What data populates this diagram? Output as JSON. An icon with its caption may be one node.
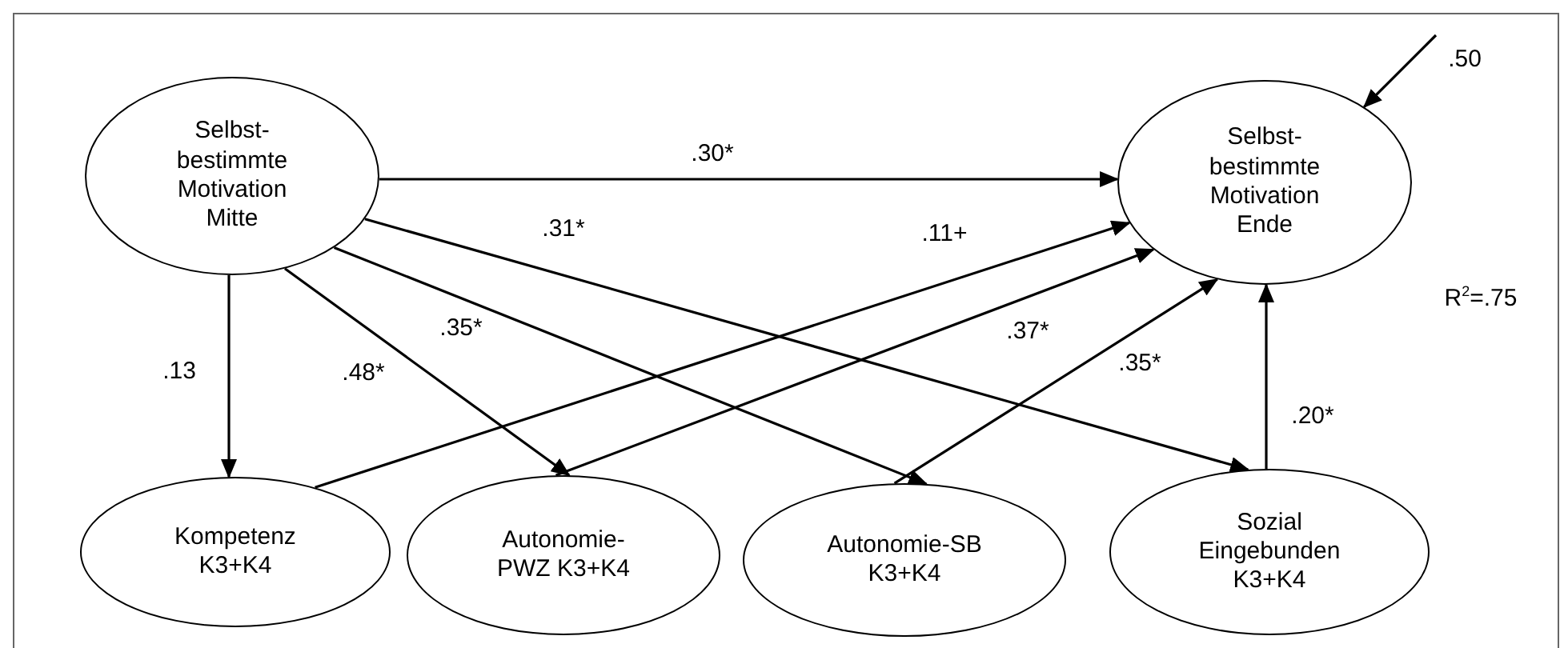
{
  "diagram": {
    "nodes": [
      {
        "text": [
          "Selbst- bestimmte Motivation Mitte"
        ]
      },
      {
        "text": [
          "Selbst- bestimmte Motivation Ende"
        ]
      },
      {
        "text": [
          "Kompetenz K3+K4"
        ]
      },
      {
        "text": [
          "Autonomie- PWZ K3+K4"
        ]
      },
      {
        "text": [
          "Autonomie-SB K3+K4"
        ]
      },
      {
        "text": [
          "Sozial Eingebunden K3+K4"
        ]
      }
    ],
    "edges": [
      {
        "from": 0,
        "to": 1,
        "arrow": "to",
        "label": ".30*"
      },
      {
        "from": 0,
        "to": 2,
        "arrow": "to",
        "label": ".13"
      },
      {
        "from": 0,
        "to": 3,
        "arrow": "to",
        "label": ".48*"
      },
      {
        "from": 0,
        "to": 4,
        "arrow": "to",
        "label": ".35*"
      },
      {
        "from": 0,
        "to": 5,
        "arrow": "to",
        "label": ".31*"
      },
      {
        "from": 2,
        "to": 1,
        "arrow": "to",
        "label": ".11+"
      },
      {
        "from": 3,
        "to": 1,
        "arrow": "to",
        "label": ".37*"
      },
      {
        "from": 4,
        "to": 1,
        "arrow": "to",
        "label": ".35*"
      },
      {
        "from": 5,
        "to": 1,
        "arrow": "to",
        "label": ".20*"
      },
      {
        "from": null,
        "to": 1,
        "arrow": "to",
        "label": ".50"
      }
    ],
    "labels": [
      "R$^{2}$=.75"
    ]
  }
}
